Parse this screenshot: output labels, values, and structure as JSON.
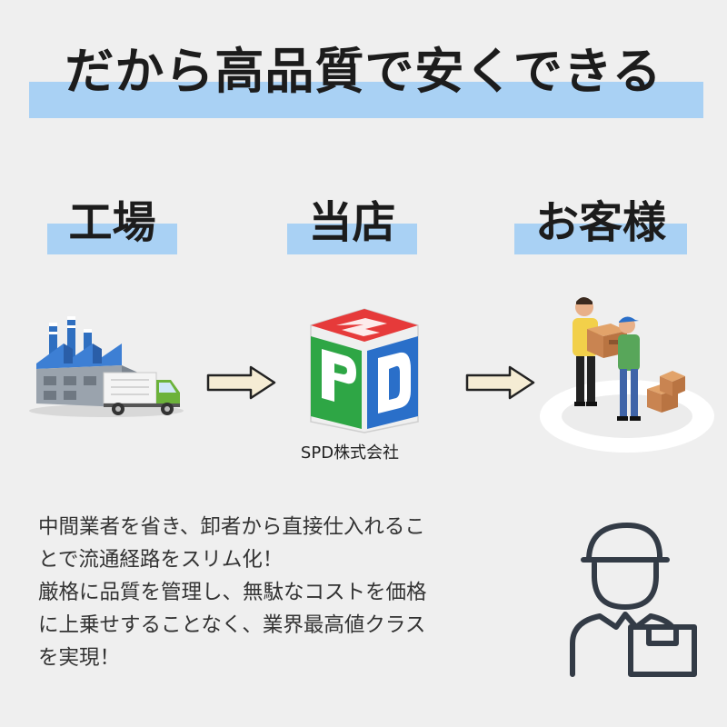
{
  "title": "だから高品質で安くできる",
  "stages": [
    {
      "label": "工場"
    },
    {
      "label": "当店"
    },
    {
      "label": "お客様"
    }
  ],
  "spd": {
    "logo_letters": [
      "S",
      "P",
      "D"
    ],
    "caption": "SPD株式会社"
  },
  "description": [
    "中間業者を省き、卸者から直接仕入れるこ",
    "とで流通経路をスリム化！",
    "厳格に品質を管理し、無駄なコストを価格",
    "に上乗せすることなく、業界最高値クラス",
    "を実現！"
  ],
  "colors": {
    "highlight": "#a9d1f4",
    "logo_red": "#e63a3a",
    "logo_green": "#2ea645",
    "logo_blue": "#2a6fc9",
    "arrow_fill": "#f5ecd4"
  },
  "icons": [
    "factory-icon",
    "truck-icon",
    "arrow-right-icon",
    "spd-logo-icon",
    "delivery-people-icon",
    "courier-with-box-icon"
  ]
}
